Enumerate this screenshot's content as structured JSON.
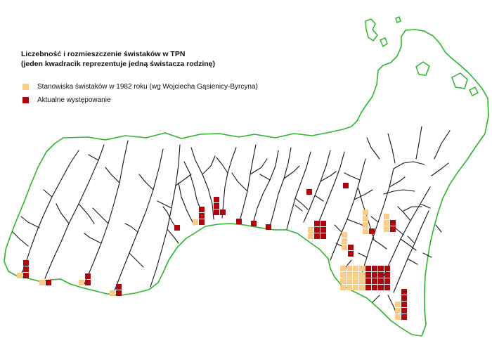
{
  "title": {
    "line1": "Liczebność i rozmieszczenie świstaków w TPN",
    "line2": "(jeden kwadracik reprezentuje jedną świstacza rodzinę)"
  },
  "legend": {
    "historic": {
      "label": "Stanowiska świstaków w 1982 roku (wg Wojciecha Gąsienicy-Byrcyna)",
      "color": "#f9cd86"
    },
    "current": {
      "label": "Aktualne występowanie",
      "color": "#a8080e"
    }
  },
  "colors": {
    "border": "#2db52d",
    "stream": "#151515"
  },
  "clusters": [
    {
      "rows": [
        [
          "",
          "c"
        ],
        [
          "",
          "c"
        ],
        [
          "h",
          "c"
        ]
      ]
    },
    {
      "rows": [
        [
          "h",
          "c"
        ]
      ]
    },
    {
      "rows": [
        [
          "",
          "c"
        ],
        [
          "h",
          "c"
        ]
      ]
    },
    {
      "rows": [
        [
          "",
          "c"
        ],
        [
          "h",
          "c"
        ]
      ]
    },
    {
      "rows": [
        [
          "c"
        ]
      ]
    },
    {
      "rows": [
        [
          "",
          "c"
        ],
        [
          "",
          "c"
        ],
        [
          "h",
          "c"
        ]
      ]
    },
    {
      "rows": [
        [
          "c",
          ""
        ],
        [
          "c",
          ""
        ],
        [
          "c",
          "c"
        ]
      ]
    },
    {
      "rows": [
        [
          "c"
        ]
      ]
    },
    {
      "rows": [
        [
          "c"
        ]
      ]
    },
    {
      "rows": [
        [
          "c"
        ]
      ]
    },
    {
      "rows": [
        [
          "c"
        ]
      ]
    },
    {
      "rows": [
        [
          "c"
        ]
      ]
    },
    {
      "rows": [
        [
          "",
          "c",
          "c"
        ],
        [
          "h",
          "c",
          "c"
        ],
        [
          "h",
          "c",
          "c"
        ]
      ]
    },
    {
      "rows": [
        [
          "h",
          ""
        ],
        [
          "h",
          ""
        ],
        [
          "h",
          "c"
        ],
        [
          "",
          "c"
        ]
      ]
    },
    {
      "rows": [
        [
          "h",
          ""
        ],
        [
          "h",
          ""
        ],
        [
          "h",
          ""
        ],
        [
          "h",
          "c"
        ]
      ]
    },
    {
      "rows": [
        [
          "h",
          ""
        ],
        [
          "h",
          "c"
        ],
        [
          "h",
          "c"
        ]
      ]
    },
    {
      "rows": [
        [
          "h",
          "h",
          "h",
          "h",
          "c",
          "c",
          "c",
          "c"
        ],
        [
          "h",
          "h",
          "h",
          "h",
          "c",
          "c",
          "c",
          "c"
        ],
        [
          "h",
          "h",
          "h",
          "h",
          "c",
          "c",
          "c",
          "c"
        ],
        [
          "h",
          "h",
          "h",
          "h",
          "c",
          "c",
          "c",
          "c"
        ]
      ]
    },
    {
      "rows": [
        [
          "",
          "c"
        ],
        [
          "",
          "c"
        ],
        [
          "h",
          "c"
        ],
        [
          "h",
          "c"
        ],
        [
          "h",
          "c"
        ]
      ]
    }
  ]
}
